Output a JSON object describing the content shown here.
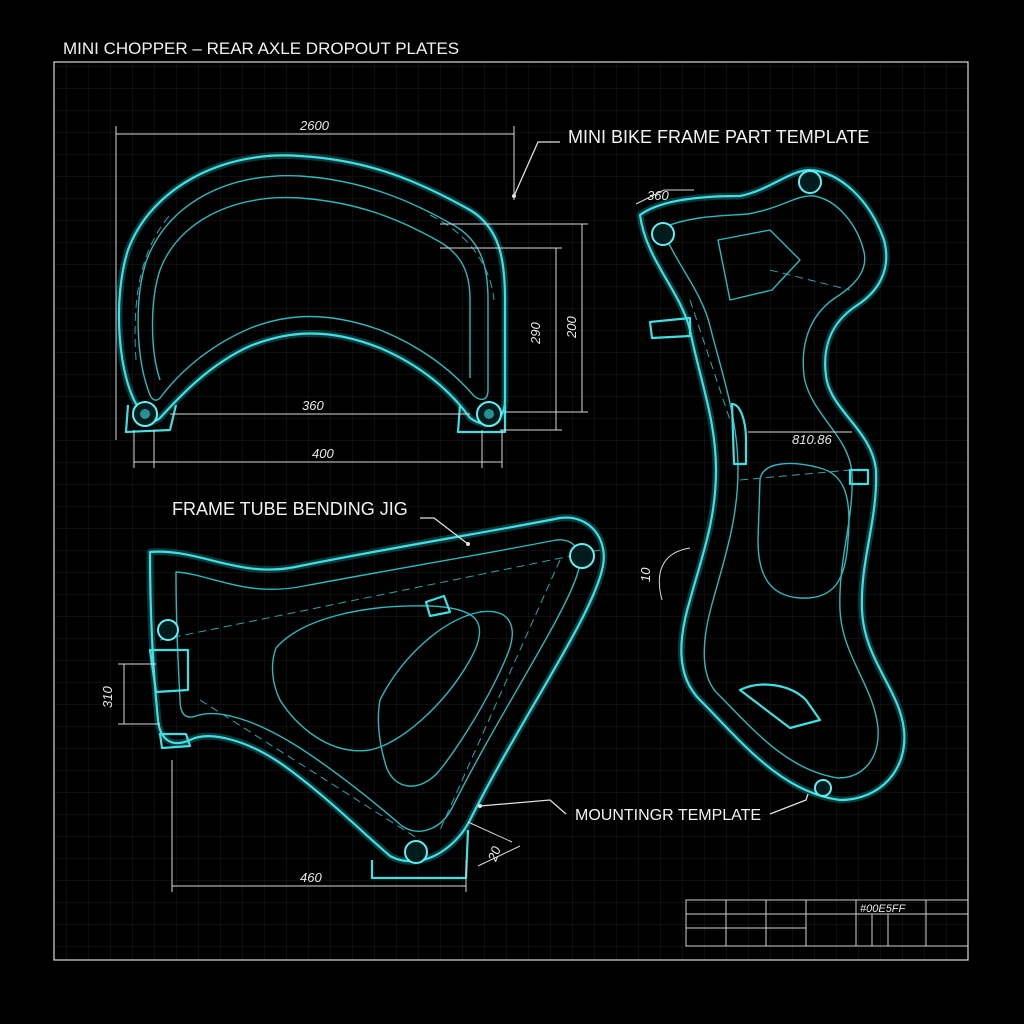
{
  "sheet_title": "MINI CHOPPER – REAR AXLE DROPOUT PLATES",
  "callouts": {
    "frame_part_template": "MINI BIKE FRAME PART TEMPLATE",
    "tube_bending_jig": "FRAME TUBE BENDING JIG",
    "mounting_template": "MOUNTINGR TEMPLATE"
  },
  "dimensions": {
    "top_width": "2600",
    "inner_width": "360",
    "outer_width": "400",
    "height_a": "290",
    "height_b": "200",
    "right_part_top": "360",
    "right_part_mid": "810.86",
    "right_part_side": "10",
    "jig_left": "310",
    "jig_bottom": "460",
    "jig_right": "20"
  },
  "title_block": {
    "color_code": "#00E5FF"
  },
  "colors": {
    "background": "#000000",
    "line_cyan": "#3fe0e4",
    "grid": "#1a1a1a",
    "text": "#f2f2f2"
  }
}
